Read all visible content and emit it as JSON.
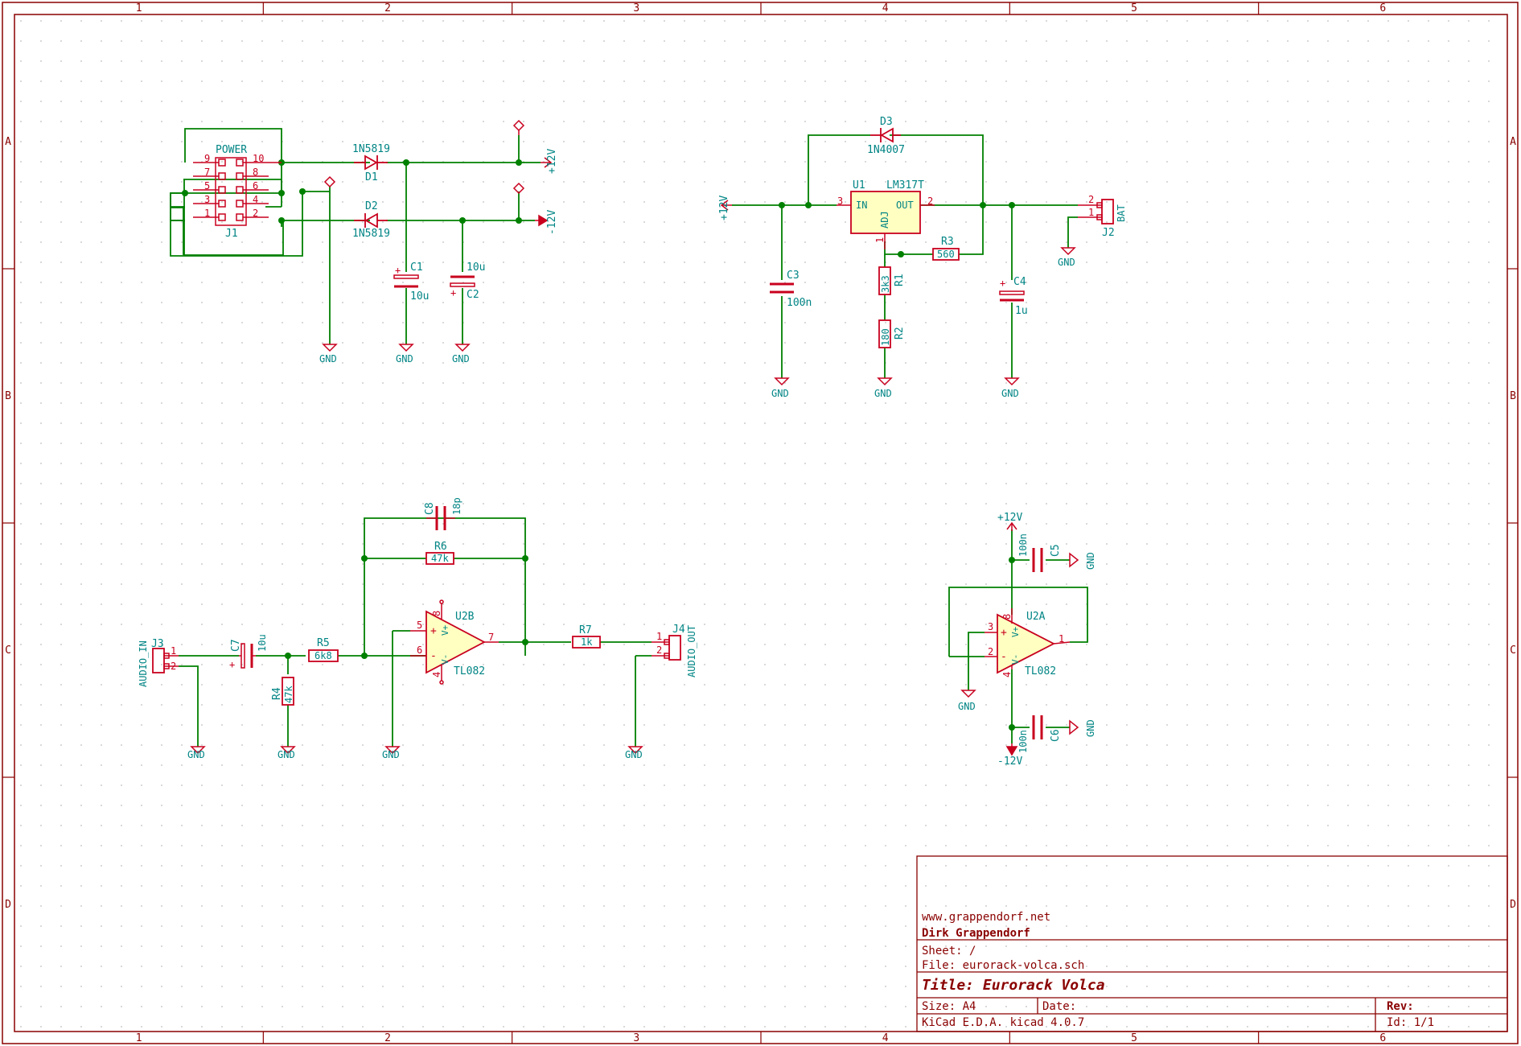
{
  "frame": {
    "columns": [
      "1",
      "2",
      "3",
      "4",
      "5",
      "6"
    ],
    "rows": [
      "A",
      "B",
      "C",
      "D"
    ]
  },
  "colors": {
    "component": "#c8001e",
    "wire": "#008000",
    "text": "#008484",
    "frame": "#8a0000",
    "fill": "#ffffc2",
    "grid": "#b8b8b8"
  },
  "power_section": {
    "connector_label": "POWER",
    "connector_ref": "J1",
    "pin_numbers_left": [
      "9",
      "7",
      "5",
      "3",
      "1"
    ],
    "pin_numbers_right": [
      "10",
      "8",
      "6",
      "4",
      "2"
    ],
    "d1_ref": "D1",
    "d1_value": "1N5819",
    "d2_ref": "D2",
    "d2_value": "1N5819",
    "c1_ref": "C1",
    "c1_value": "10u",
    "c2_ref": "C2",
    "c2_value": "10u",
    "pos_rail": "+12V",
    "neg_rail": "-12V",
    "gnd": "GND",
    "plus": "+"
  },
  "regulator_section": {
    "d3_ref": "D3",
    "d3_value": "1N4007",
    "u1_ref": "U1",
    "u1_value": "LM317T",
    "in_label": "IN",
    "out_label": "OUT",
    "adj_label": "ADJ",
    "pin_in": "3",
    "pin_out": "2",
    "pin_adj": "1",
    "c3_ref": "C3",
    "c3_value": "100n",
    "c4_ref": "C4",
    "c4_value": "1u",
    "r1_ref": "R1",
    "r1_value": "3k3",
    "r2_ref": "R2",
    "r2_value": "180",
    "r3_ref": "R3",
    "r3_value": "560",
    "j2_ref": "J2",
    "j2_value": "BAT",
    "j2_pin1": "1",
    "j2_pin2": "2",
    "rail": "+12V",
    "gnd": "GND",
    "plus": "+"
  },
  "audio_section": {
    "j3_ref": "J3",
    "j3_value": "AUDIO_IN",
    "j4_ref": "J4",
    "j4_value": "AUDIO_OUT",
    "c7_ref": "C7",
    "c7_value": "10u",
    "r4_ref": "R4",
    "r4_value": "47k",
    "r5_ref": "R5",
    "r5_value": "6k8",
    "r6_ref": "R6",
    "r6_value": "47k",
    "r7_ref": "R7",
    "r7_value": "1k",
    "c8_ref": "C8",
    "c8_value": "18p",
    "u2b_ref": "U2B",
    "u2b_value": "TL082",
    "pin5": "5",
    "pin6": "6",
    "pin7": "7",
    "pin8": "8",
    "pin4": "4",
    "pin1": "1",
    "pin2": "2",
    "vplus": "V+",
    "vminus": "V-",
    "plus": "+",
    "minus": "-",
    "gnd": "GND"
  },
  "opamp_section": {
    "u2a_ref": "U2A",
    "u2a_value": "TL082",
    "c5_ref": "C5",
    "c5_value": "100n",
    "c6_ref": "C6",
    "c6_value": "100n",
    "pos_rail": "+12V",
    "neg_rail": "-12V",
    "pin3": "3",
    "pin2": "2",
    "pin1": "1",
    "pin8": "8",
    "pin4": "4",
    "vplus": "V+",
    "vminus": "V-",
    "plus": "+",
    "minus": "-",
    "gnd": "GND"
  },
  "title_block": {
    "company_url": "www.grappendorf.net",
    "author": "Dirk Grappendorf",
    "sheet": "Sheet: /",
    "file": "File: eurorack-volca.sch",
    "title": "Title: Eurorack Volca",
    "size": "Size: A4",
    "date": "Date:",
    "rev": "Rev:",
    "tool": "KiCad E.D.A.  kicad 4.0.7",
    "id": "Id: 1/1"
  }
}
